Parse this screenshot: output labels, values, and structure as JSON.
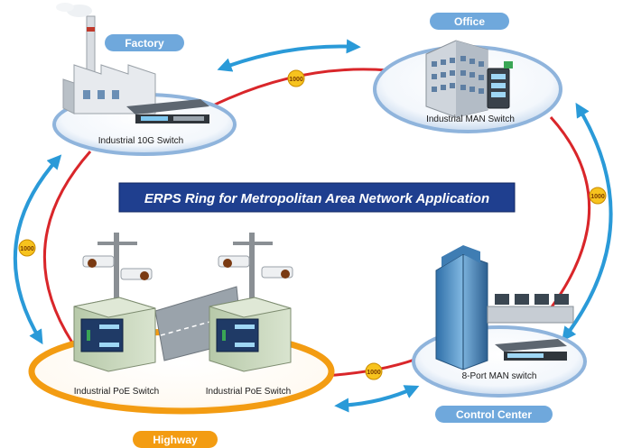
{
  "title": "ERPS Ring for Metropolitan Area Network Application",
  "sites": {
    "factory": {
      "name": "Factory",
      "device": "Industrial 10G Switch"
    },
    "office": {
      "name": "Office",
      "device": "Industrial MAN Switch"
    },
    "control": {
      "name": "Control Center",
      "device": "8-Port MAN switch"
    },
    "highway": {
      "name": "Highway",
      "device_left": "Industrial PoE Switch",
      "device_right": "Industrial PoE Switch"
    }
  },
  "link_badges": [
    "1000",
    "1000",
    "1000",
    "1000"
  ],
  "colors": {
    "ring": "#d9262a",
    "arrow": "#2a9ad8",
    "label_pill": "#6fa8dc",
    "highway_pill": "#f39c12",
    "title_bar": "#1f3f8f",
    "badge": "#f7c31e"
  }
}
